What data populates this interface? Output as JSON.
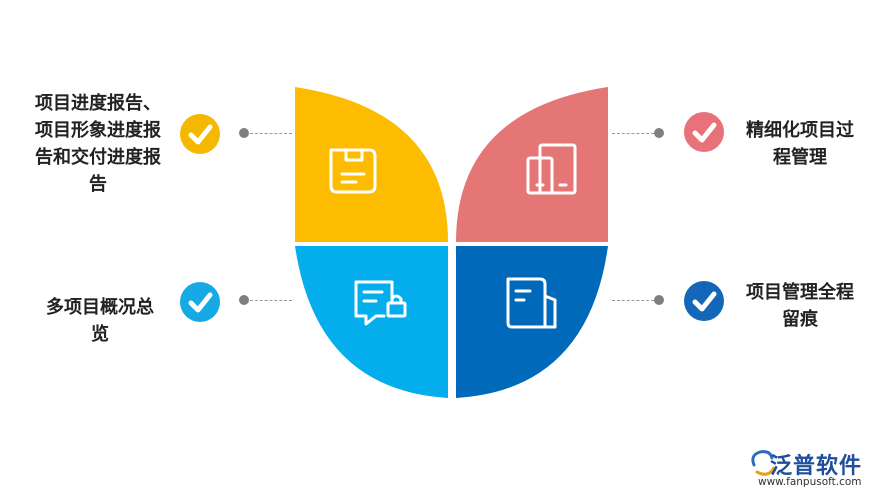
{
  "items": [
    {
      "label": "项目进度报告、\n项目形象进度报\n告和交付进度报\n告",
      "color": "#f5b800"
    },
    {
      "label": "精细化项目过\n程管理",
      "color": "#e7727a"
    },
    {
      "label": "多项目概况总\n览",
      "color": "#17a8e6"
    },
    {
      "label": "项目管理全程\n留痕",
      "color": "#1466b8"
    }
  ],
  "petals": {
    "top_left": {
      "color": "#fdbc00",
      "icon": "save-document-icon"
    },
    "top_right": {
      "color": "#e47676",
      "icon": "tablet-devices-icon"
    },
    "bottom_left": {
      "color": "#04aeec",
      "icon": "message-lock-icon"
    },
    "bottom_right": {
      "color": "#0069b9",
      "icon": "document-icon"
    }
  },
  "logo": {
    "name": "泛普软件",
    "url": "www.fanpusoft.com"
  }
}
